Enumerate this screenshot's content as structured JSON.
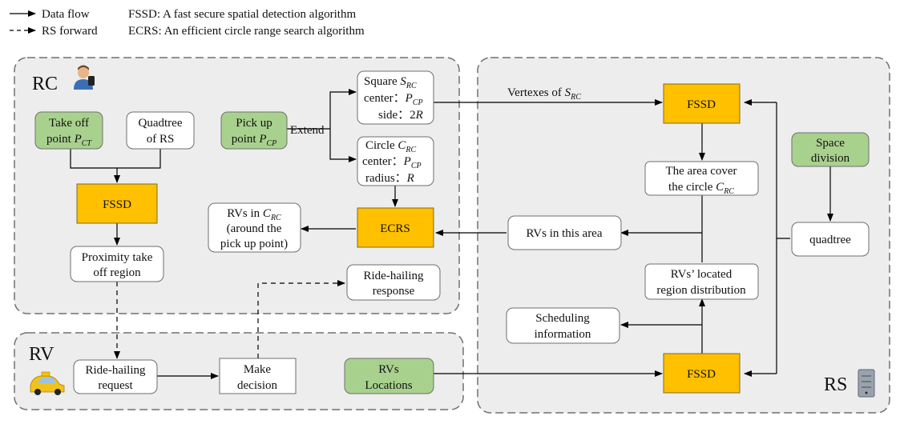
{
  "legend": {
    "data_flow": "Data flow",
    "rs_forward": "RS forward",
    "fssd_def": "FSSD: A fast secure spatial detection algorithm",
    "ecrs_def": "ECRS: An efficient circle range search algorithm"
  },
  "regions": {
    "rc": "RC",
    "rv": "RV",
    "rs": "RS"
  },
  "rc": {
    "takeoff": {
      "line1": "Take off",
      "line2": "point",
      "var": "P",
      "sub": "CT"
    },
    "quadtree_rs": {
      "line1": "Quadtree",
      "line2": "of RS"
    },
    "fssd": "FSSD",
    "proximity": {
      "line1": "Proximity take",
      "line2": "off region"
    },
    "pickup": {
      "line1": "Pick up",
      "line2": "point",
      "var": "P",
      "sub": "CP"
    },
    "extend": "Extend",
    "square": {
      "l1": "Square",
      "l1_var": "S",
      "l1_sub": "RC",
      "l2": "center：",
      "l2_var": "P",
      "l2_sub": "CP",
      "l3": "side：",
      "l3_val": "2",
      "l3_var": "R"
    },
    "circle": {
      "l1": "Circle",
      "l1_var": "C",
      "l1_sub": "RC",
      "l2": "center：",
      "l2_var": "P",
      "l2_sub": "CP",
      "l3": "radius：",
      "l3_var": "R"
    },
    "ecrs": "ECRS",
    "rvs_in": {
      "l1": "RVs in",
      "l1_var": "C",
      "l1_sub": "RC",
      "l2": "(around the",
      "l3": "pick up point)"
    },
    "ride_response": {
      "line1": "Ride-hailing",
      "line2": "response"
    }
  },
  "rv": {
    "request": {
      "line1": "Ride-hailing",
      "line2": "request"
    },
    "decision": {
      "line1": "Make",
      "line2": "decision"
    },
    "locations": {
      "line1": "RVs",
      "line2": "Locations"
    }
  },
  "rs": {
    "vertexes": {
      "text": "Vertexes of",
      "var": "S",
      "sub": "RC"
    },
    "fssd_top": "FSSD",
    "area_cover": {
      "line1": "The area cover",
      "line2": "the  circle",
      "var": "C",
      "sub": "RC"
    },
    "space_division": {
      "line1": "Space",
      "line2": "division"
    },
    "rvs_area": "RVs in this area",
    "quadtree": "quadtree",
    "located": {
      "line1": "RVs’  located",
      "line2": "region distribution"
    },
    "scheduling": {
      "line1": "Scheduling",
      "line2": "information"
    },
    "fssd_bottom": "FSSD"
  },
  "colors": {
    "green": "#a9d18e",
    "orange": "#ffc000",
    "region_fill": "#ededed",
    "border": "#707070",
    "line": "#000000"
  },
  "icons": [
    "person-icon",
    "taxi-icon",
    "server-icon"
  ]
}
